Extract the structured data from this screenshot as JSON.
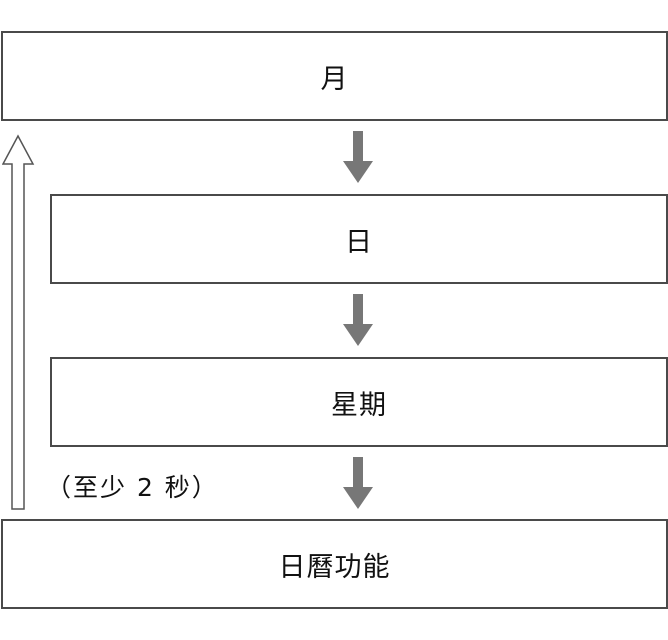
{
  "steps": {
    "month": "月",
    "day": "日",
    "weekday": "星期",
    "calendar_function": "日曆功能"
  },
  "note": "（至少 2 秒）",
  "colors": {
    "box_border": "#4a4a4a",
    "down_arrow_fill": "#777777",
    "up_arrow_stroke": "#555555"
  }
}
